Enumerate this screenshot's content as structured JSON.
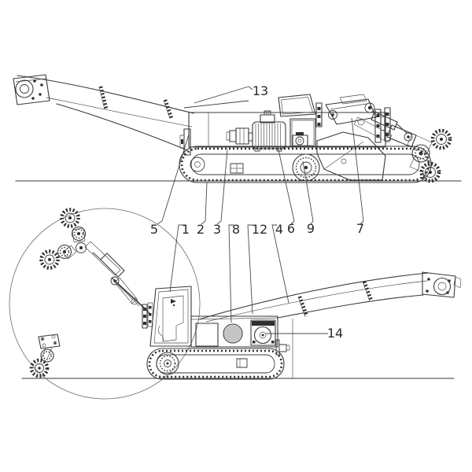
{
  "figure": {
    "background": "#ffffff",
    "line_color": "#3a3a3a"
  },
  "callouts": {
    "list": [
      {
        "text": "13"
      },
      {
        "text": "5"
      },
      {
        "text": "1"
      },
      {
        "text": "2"
      },
      {
        "text": "3"
      },
      {
        "text": "8"
      },
      {
        "text": "12"
      },
      {
        "text": "4"
      },
      {
        "text": "6"
      },
      {
        "text": "9"
      },
      {
        "text": "7"
      },
      {
        "text": "14"
      }
    ]
  }
}
